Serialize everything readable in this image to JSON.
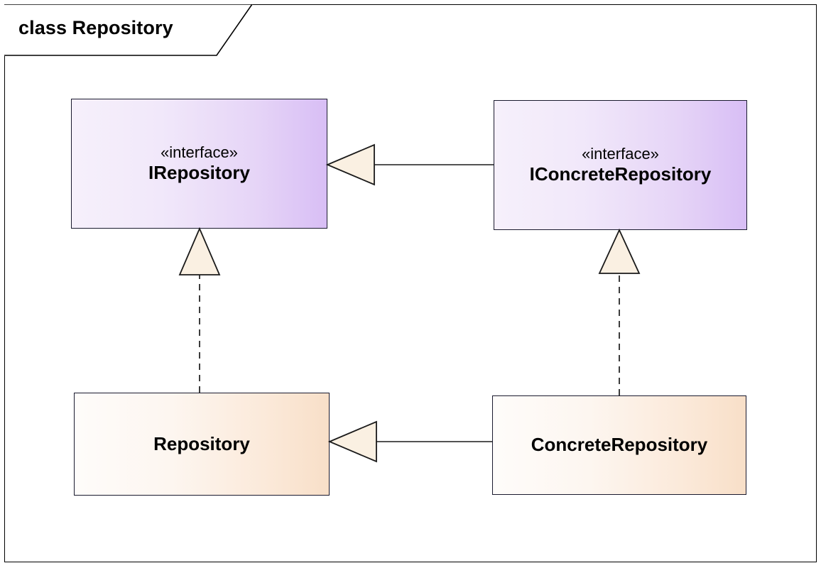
{
  "frame": {
    "label": "class Repository",
    "border_color": "#000000",
    "background": "#ffffff"
  },
  "palette": {
    "interface_fill_left": "#f6f0fb",
    "interface_fill_right": "#d8bef5",
    "class_fill_left": "#fefcfa",
    "class_fill_right": "#f8dfc8",
    "box_border": "#1a1a2e",
    "shadow": "#e2e2e2",
    "arrowhead_fill": "#faf0e2",
    "line_color": "#1a1a1a"
  },
  "nodes": [
    {
      "id": "irepository",
      "stereotype": "«interface»",
      "name": "IRepository",
      "kind": "interface"
    },
    {
      "id": "iconcreterepository",
      "stereotype": "«interface»",
      "name": "IConcreteRepository",
      "kind": "interface"
    },
    {
      "id": "repository",
      "stereotype": "",
      "name": "Repository",
      "kind": "class"
    },
    {
      "id": "concreterepository",
      "stereotype": "",
      "name": "ConcreteRepository",
      "kind": "class"
    }
  ],
  "relationships": [
    {
      "id": "gen-iconcrete-to-irepository",
      "type": "generalization",
      "line": "solid",
      "arrowhead": "hollow-triangle",
      "source": "IConcreteRepository",
      "target": "IRepository"
    },
    {
      "id": "real-repository-to-irepository",
      "type": "realization",
      "line": "dashed",
      "arrowhead": "hollow-triangle",
      "source": "Repository",
      "target": "IRepository"
    },
    {
      "id": "real-concreterepository-to-iconcreterepository",
      "type": "realization",
      "line": "dashed",
      "arrowhead": "hollow-triangle",
      "source": "ConcreteRepository",
      "target": "IConcreteRepository"
    },
    {
      "id": "gen-concreterepository-to-repository",
      "type": "generalization",
      "line": "solid",
      "arrowhead": "hollow-triangle",
      "source": "ConcreteRepository",
      "target": "Repository"
    }
  ]
}
